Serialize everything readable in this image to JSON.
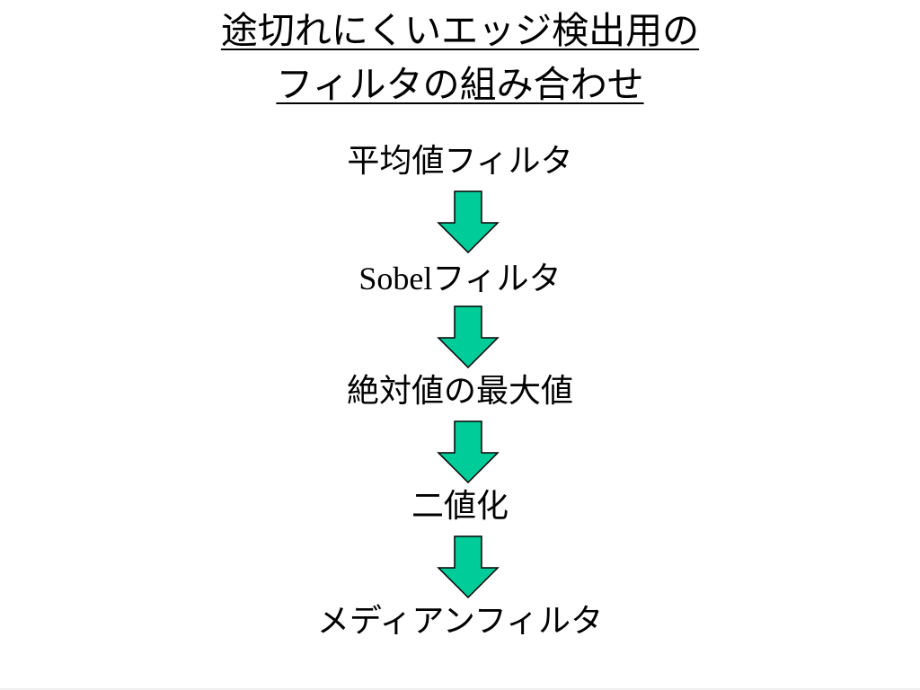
{
  "title": {
    "line1": "途切れにくいエッジ検出用の",
    "line2": "フィルタの組み合わせ"
  },
  "steps": [
    {
      "label": "平均値フィルタ"
    },
    {
      "label_latin": "Sobel",
      "label_jp": "フィルタ"
    },
    {
      "label": "絶対値の最大値"
    },
    {
      "label": "二値化"
    },
    {
      "label": "メディアンフィルタ"
    }
  ],
  "colors": {
    "arrow_fill": "#00CC99",
    "arrow_stroke": "#000000"
  }
}
